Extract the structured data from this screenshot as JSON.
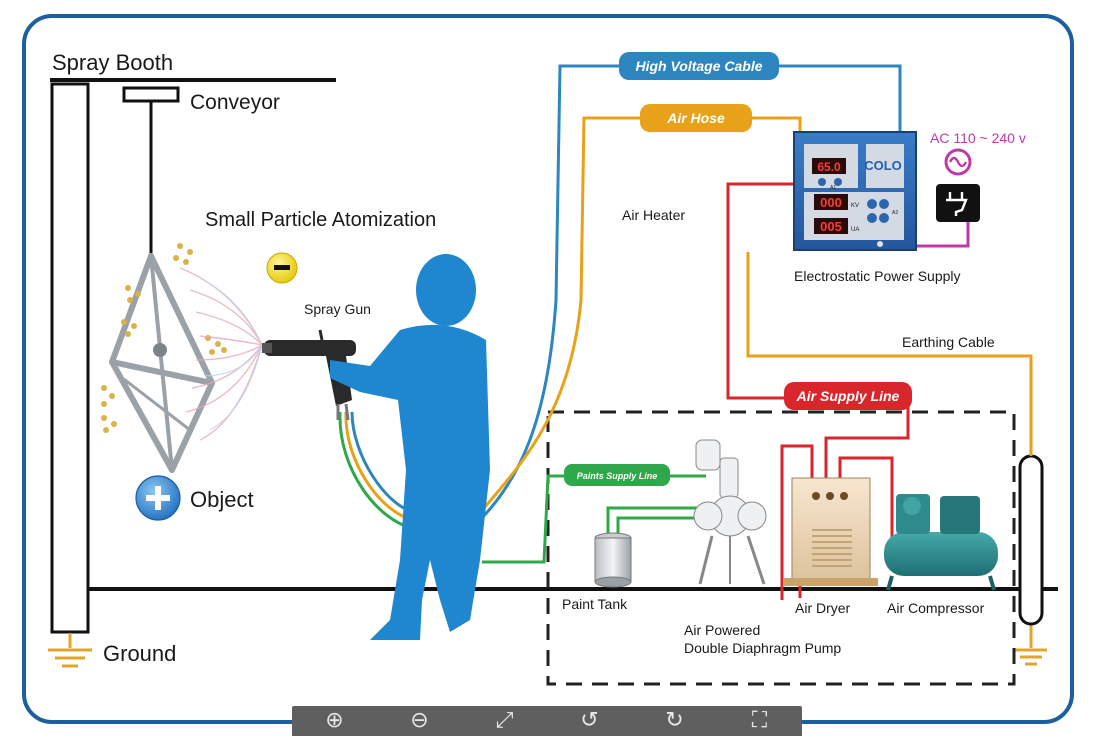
{
  "labels": {
    "spray_booth": "Spray Booth",
    "conveyor": "Conveyor",
    "small_particle": "Small Particle Atomization",
    "spray_gun": "Spray Gun",
    "object": "Object",
    "ground": "Ground",
    "high_voltage_cable": "High Voltage  Cable",
    "air_hose": "Air  Hose",
    "air_heater": "Air Heater",
    "ac_supply": "AC 110 ~ 240 v",
    "electrostatic_power_supply": "Electrostatic Power Supply",
    "earthing_cable": "Earthing Cable",
    "air_supply_line": "Air Supply Line",
    "paints_supply_line": "Paints Supply Line",
    "paint_tank": "Paint Tank",
    "air_dryer": "Air Dryer",
    "air_compressor": "Air Compressor",
    "pump_line1": "Air Powered",
    "pump_line2": "Double Diaphragm Pump"
  },
  "power_supply_panel": {
    "brand": "COLO",
    "display_top": "65.0",
    "display_kv": "000",
    "display_ua": "005",
    "unit_kv": "KV",
    "unit_ua": "UA",
    "key_a1": "A1",
    "key_a2": "A2"
  },
  "signs": {
    "negative": "−",
    "positive": "+"
  },
  "colors": {
    "frame": "#1b5f9e",
    "high_voltage_cable": "#2d86c0",
    "air_hose": "#e8a21a",
    "air_supply_line": "#d9262c",
    "paints_supply_line": "#2ea84a",
    "ac_cable": "#c03aa6",
    "operator": "#1f87cf",
    "panel": "#2c6bb5"
  },
  "viewer_toolbar": [
    {
      "icon": "zoom-in-icon",
      "glyph": "⊕"
    },
    {
      "icon": "zoom-out-icon",
      "glyph": "⊖"
    },
    {
      "icon": "expand-icon",
      "glyph": "⤢"
    },
    {
      "icon": "rotate-left-icon",
      "glyph": "↺"
    },
    {
      "icon": "rotate-right-icon",
      "glyph": "↻"
    },
    {
      "icon": "fit-screen-icon",
      "glyph": "⛶"
    }
  ]
}
